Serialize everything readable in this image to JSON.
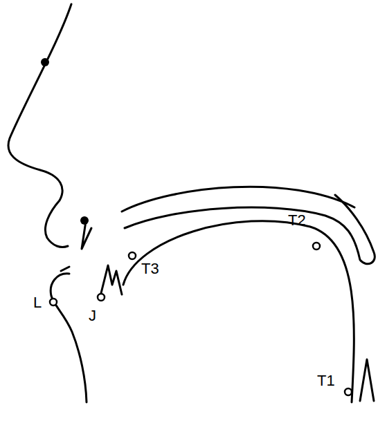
{
  "diagram": {
    "labels": [
      "L",
      "J",
      "T3",
      "T2",
      "T1"
    ]
  }
}
